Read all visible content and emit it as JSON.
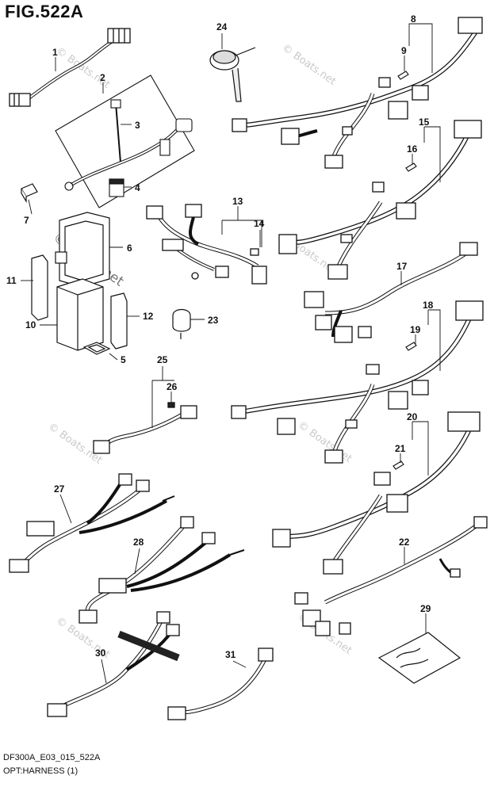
{
  "figure": {
    "title": "FIG.522A",
    "code": "DF300A_E03_015_522A",
    "name": "OPT:HARNESS (1)"
  },
  "watermark": "© Boats.net",
  "callouts": [
    "1",
    "2",
    "3",
    "4",
    "5",
    "6",
    "7",
    "8",
    "9",
    "10",
    "11",
    "12",
    "13",
    "14",
    "15",
    "16",
    "17",
    "18",
    "19",
    "20",
    "21",
    "22",
    "23",
    "24",
    "25",
    "26",
    "27",
    "28",
    "29",
    "30",
    "31"
  ]
}
